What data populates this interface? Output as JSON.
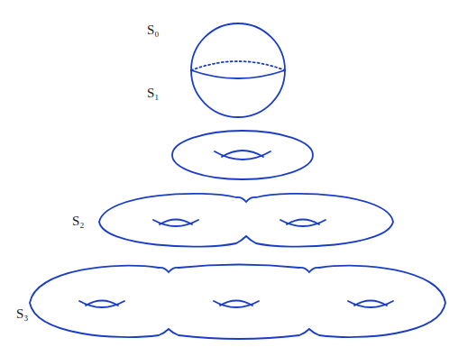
{
  "diagram": {
    "labels": [
      "S₀",
      "S₁",
      "S₂",
      "S₃"
    ]
  }
}
